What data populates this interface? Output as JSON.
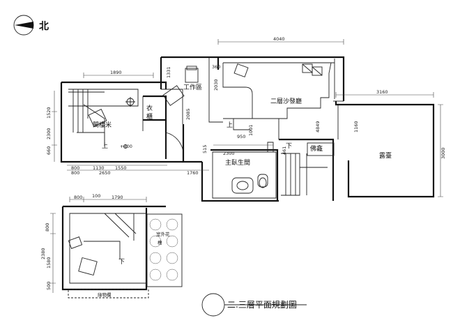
{
  "north": {
    "label": "北"
  },
  "title": "二.三層平面規劃圖",
  "rooms": {
    "loft": "閣樓米",
    "wardrobe_1": "衣",
    "wardrobe_2": "櫃",
    "study": "工作區",
    "lounge": "二層沙發廳",
    "master_bath": "主臥生間",
    "buddha_room": "佛龕",
    "terrace": "露臺",
    "lower_down": "下",
    "planter_1": "室外花",
    "planter_2": "槽",
    "railing": "綠物欄"
  },
  "marks": {
    "up": "上",
    "down": "下",
    "level": "+400"
  },
  "dims": {
    "d4040": "4040",
    "d3160": "3160",
    "d1890": "1890",
    "d800": "800",
    "d1130": "1130",
    "d1550": "1550",
    "d2650": "2650",
    "d1760": "1760",
    "d2300": "2300",
    "d950": "950",
    "d100": "100",
    "d1790": "1790",
    "d1520": "1520",
    "d660": "660",
    "d2085": "2085",
    "d1331": "1331",
    "d2030": "2030",
    "d1001": "1001",
    "d4849": "4849",
    "d1160": "1160",
    "d3000": "3000",
    "d461": "461",
    "d515": "515",
    "d2380": "2380",
    "d1580": "1580",
    "d500": "500",
    "d360": "360"
  }
}
